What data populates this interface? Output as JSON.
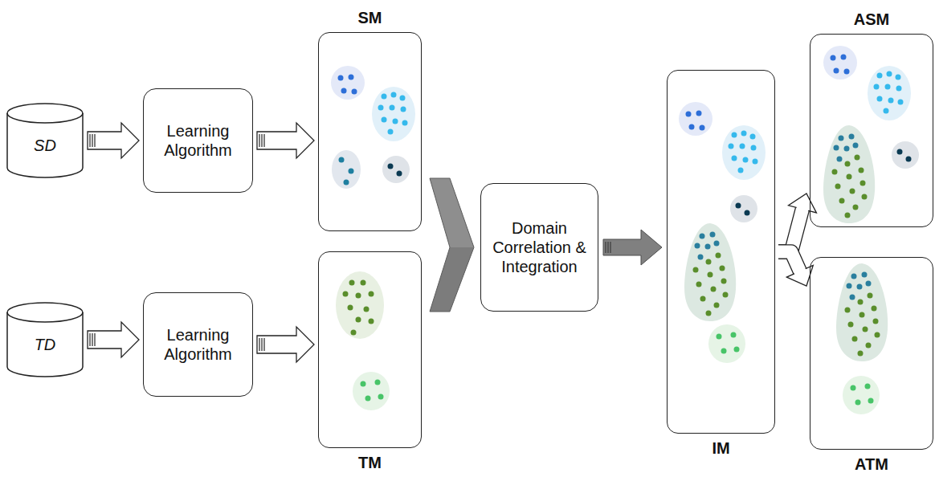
{
  "diagram": {
    "nodes": [
      {
        "text": [
          "SD"
        ]
      },
      {
        "text": [
          "Learning Algorithm"
        ]
      },
      {
        "text": [
          "SM"
        ]
      },
      {
        "text": [
          "TD"
        ]
      },
      {
        "text": [
          "Learning Algorithm"
        ]
      },
      {
        "text": [
          "TM"
        ]
      },
      {
        "text": [
          "Domain Correlation & Integration"
        ]
      },
      {
        "text": [
          "IM"
        ]
      },
      {
        "text": [
          "ASM"
        ]
      },
      {
        "text": [
          "ATM"
        ]
      }
    ],
    "edges": [
      {
        "from": 0,
        "to": 1,
        "arrow": "to"
      },
      {
        "from": 1,
        "to": 2,
        "arrow": "to"
      },
      {
        "from": 3,
        "to": 4,
        "arrow": "to"
      },
      {
        "from": 4,
        "to": 5,
        "arrow": "to"
      },
      {
        "from": 2,
        "to": 6,
        "arrow": "to"
      },
      {
        "from": 5,
        "to": 6,
        "arrow": "to"
      },
      {
        "from": 6,
        "to": 7,
        "arrow": "to"
      },
      {
        "from": 7,
        "to": 8,
        "arrow": "to"
      },
      {
        "from": 7,
        "to": 9,
        "arrow": "to"
      }
    ]
  }
}
